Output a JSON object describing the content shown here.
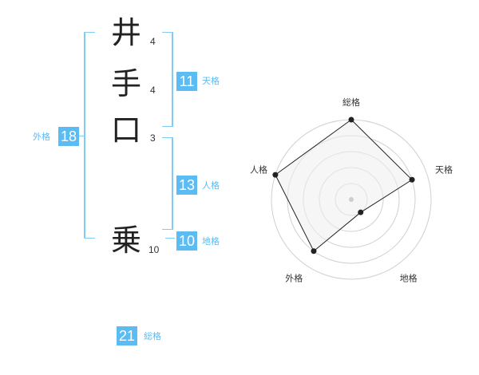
{
  "name_chars": [
    {
      "char": "井",
      "strokes": "4"
    },
    {
      "char": "手",
      "strokes": "4"
    },
    {
      "char": "口",
      "strokes": "3"
    },
    {
      "char": "乗",
      "strokes": "10"
    }
  ],
  "fortunes": {
    "tenkaku": {
      "value": "11",
      "label": "天格"
    },
    "jinkaku": {
      "value": "13",
      "label": "人格"
    },
    "chikaku": {
      "value": "10",
      "label": "地格"
    },
    "gaikaku": {
      "value": "18",
      "label": "外格"
    },
    "soukaku": {
      "value": "21",
      "label": "総格"
    }
  },
  "colors": {
    "accent": "#5bbcf3",
    "bracket": "#7fcdf6",
    "radar_fill": "#eeeeee",
    "radar_line": "#222222"
  },
  "chart_data": {
    "type": "radar",
    "axes": [
      "総格",
      "天格",
      "地格",
      "外格",
      "人格"
    ],
    "values": [
      5,
      4,
      1,
      4,
      5
    ],
    "max": 5,
    "rings": 5
  }
}
